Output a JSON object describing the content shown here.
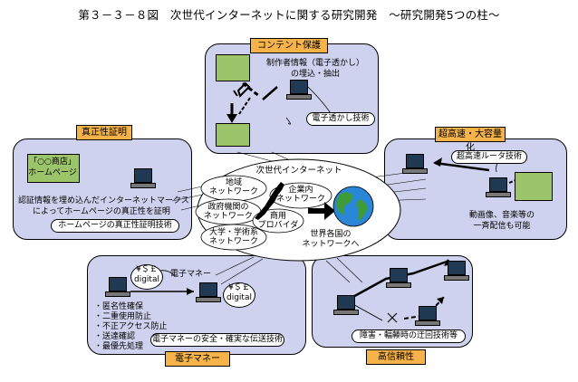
{
  "title": "第３－３－８図　次世代インターネットに関する研究開発　～研究開発5つの柱～",
  "content_protection": {
    "label": "コンテント保護",
    "desc_line1": "制作者情報（電子透かし）",
    "desc_line2": "の埋込・抽出",
    "tech": "電子透かし技術"
  },
  "authenticity": {
    "label": "真正性証明",
    "homepage_line1": "「○○商店」",
    "homepage_line2": "ホームページ",
    "desc_line1": "認証情報を埋め込んだインターネットマークス",
    "desc_line2": "によってホームページの真正性を証明",
    "tech": "ホームページの真正性証明技術"
  },
  "high_speed": {
    "label": "超高速・大容量化",
    "tech": "超高速ルータ技術",
    "desc_line1": "動画像、音楽等の",
    "desc_line2": "一斉配信も可能"
  },
  "emoney": {
    "label": "電子マネー",
    "coin_symbol": "¥＄￡",
    "coin_text": "digital",
    "flow_label": "電子マネー",
    "features": [
      "匿名性確保",
      "二重使用防止",
      "不正アクセス防止",
      "送達確認",
      "最優先処理"
    ],
    "tech": "電子マネーの安全・確実な伝送技術"
  },
  "reliability": {
    "label": "高信頼性",
    "tech": "障害・輻輳時の迂回技術等"
  },
  "center": {
    "title": "次世代インターネット",
    "regional_line1": "地域",
    "regional_line2": "ネットワーク",
    "corporate_line1": "企業内",
    "corporate_line2": "ネットワーク",
    "government_line1": "政府機関の",
    "government_line2": "ネットワーク",
    "provider_line1": "商用",
    "provider_line2": "プロバイダ",
    "university_line1": "大学・学術系",
    "university_line2": "ネットワーク",
    "world_line1": "世界各国の",
    "world_line2": "ネットワークへ"
  }
}
